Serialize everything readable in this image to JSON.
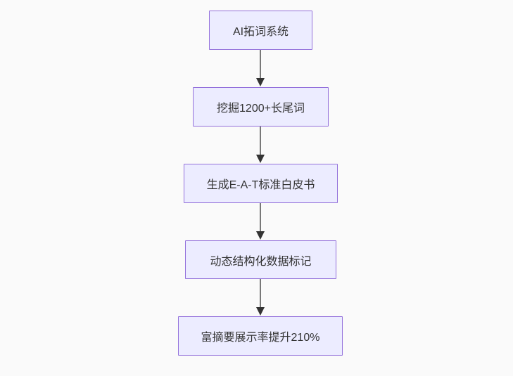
{
  "diagram": {
    "type": "flowchart",
    "direction": "top-down",
    "nodes": [
      {
        "id": "node-1",
        "label": "AI拓词系统"
      },
      {
        "id": "node-2",
        "label": "挖掘1200+长尾词"
      },
      {
        "id": "node-3",
        "label": "生成E-A-T标准白皮书"
      },
      {
        "id": "node-4",
        "label": "动态结构化数据标记"
      },
      {
        "id": "node-5",
        "label": "富摘要展示率提升210%"
      }
    ],
    "edges": [
      {
        "from": "node-1",
        "to": "node-2"
      },
      {
        "from": "node-2",
        "to": "node-3"
      },
      {
        "from": "node-3",
        "to": "node-4"
      },
      {
        "from": "node-4",
        "to": "node-5"
      }
    ],
    "colors": {
      "node_fill": "#ECECFF",
      "node_border": "#9370DB",
      "node_text": "#333333",
      "edge_line": "#4d4d4d",
      "arrowhead": "#333333",
      "background": "#fafafa"
    }
  }
}
